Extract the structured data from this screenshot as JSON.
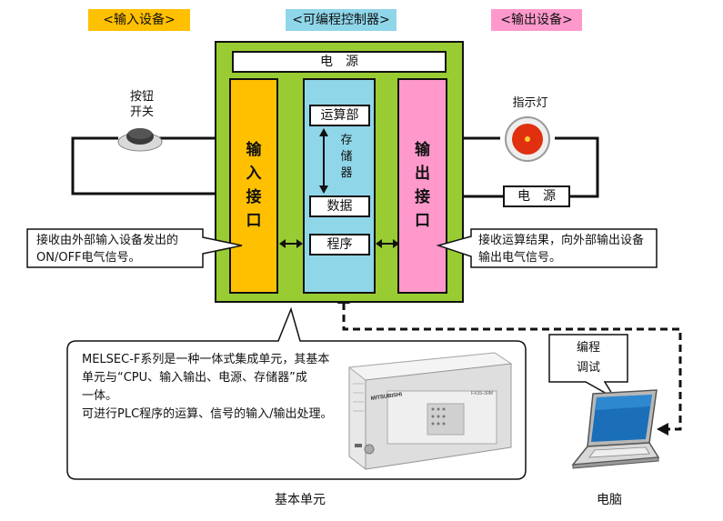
{
  "headers": {
    "input_device": "<输入设备>",
    "plc": "<可编程控制器>",
    "output_device": "<输出设备>"
  },
  "plc": {
    "power_label": "电　源",
    "input_interface": [
      "输",
      "入",
      "接",
      "口"
    ],
    "output_interface": [
      "输",
      "出",
      "接",
      "口"
    ],
    "operation_unit": "运算部",
    "storage": [
      "存",
      "储",
      "器"
    ],
    "data": "数据",
    "program": "程序"
  },
  "input_device": {
    "button_label_line1": "按钮",
    "button_label_line2": "开关"
  },
  "output_device": {
    "lamp_label": "指示灯",
    "power_label": "电　源"
  },
  "callouts": {
    "input_line1": "接收由外部输入设备发出的",
    "input_line2": "ON/OFF电气信号。",
    "output_line1": "接收运算结果，向外部输出设备",
    "output_line2": "输出电气信号。",
    "description_line1": "MELSEC-F系列是一种一体式集成单元，其基本",
    "description_line2": "单元与“CPU、输入输出、电源、存储器”成",
    "description_line3": "一体。",
    "description_line4": "可进行PLC程序的运算、信号的输入/输出处理。",
    "programming_line1": "编程",
    "programming_line2": "调试"
  },
  "captions": {
    "basic_unit": "基本单元",
    "computer": "电脑"
  },
  "product_photo": {
    "brand_text": "MITSUBISHI",
    "model_text": "FX3S-30M"
  },
  "colors": {
    "header_input": "#ffc000",
    "header_plc": "#8fd6e9",
    "header_output": "#ff99cc",
    "plc_body": "#99cc33",
    "input_interface": "#ffc000",
    "cpu_area": "#8fd6e9",
    "output_interface": "#ff99cc",
    "lamp_red": "#e03010"
  }
}
